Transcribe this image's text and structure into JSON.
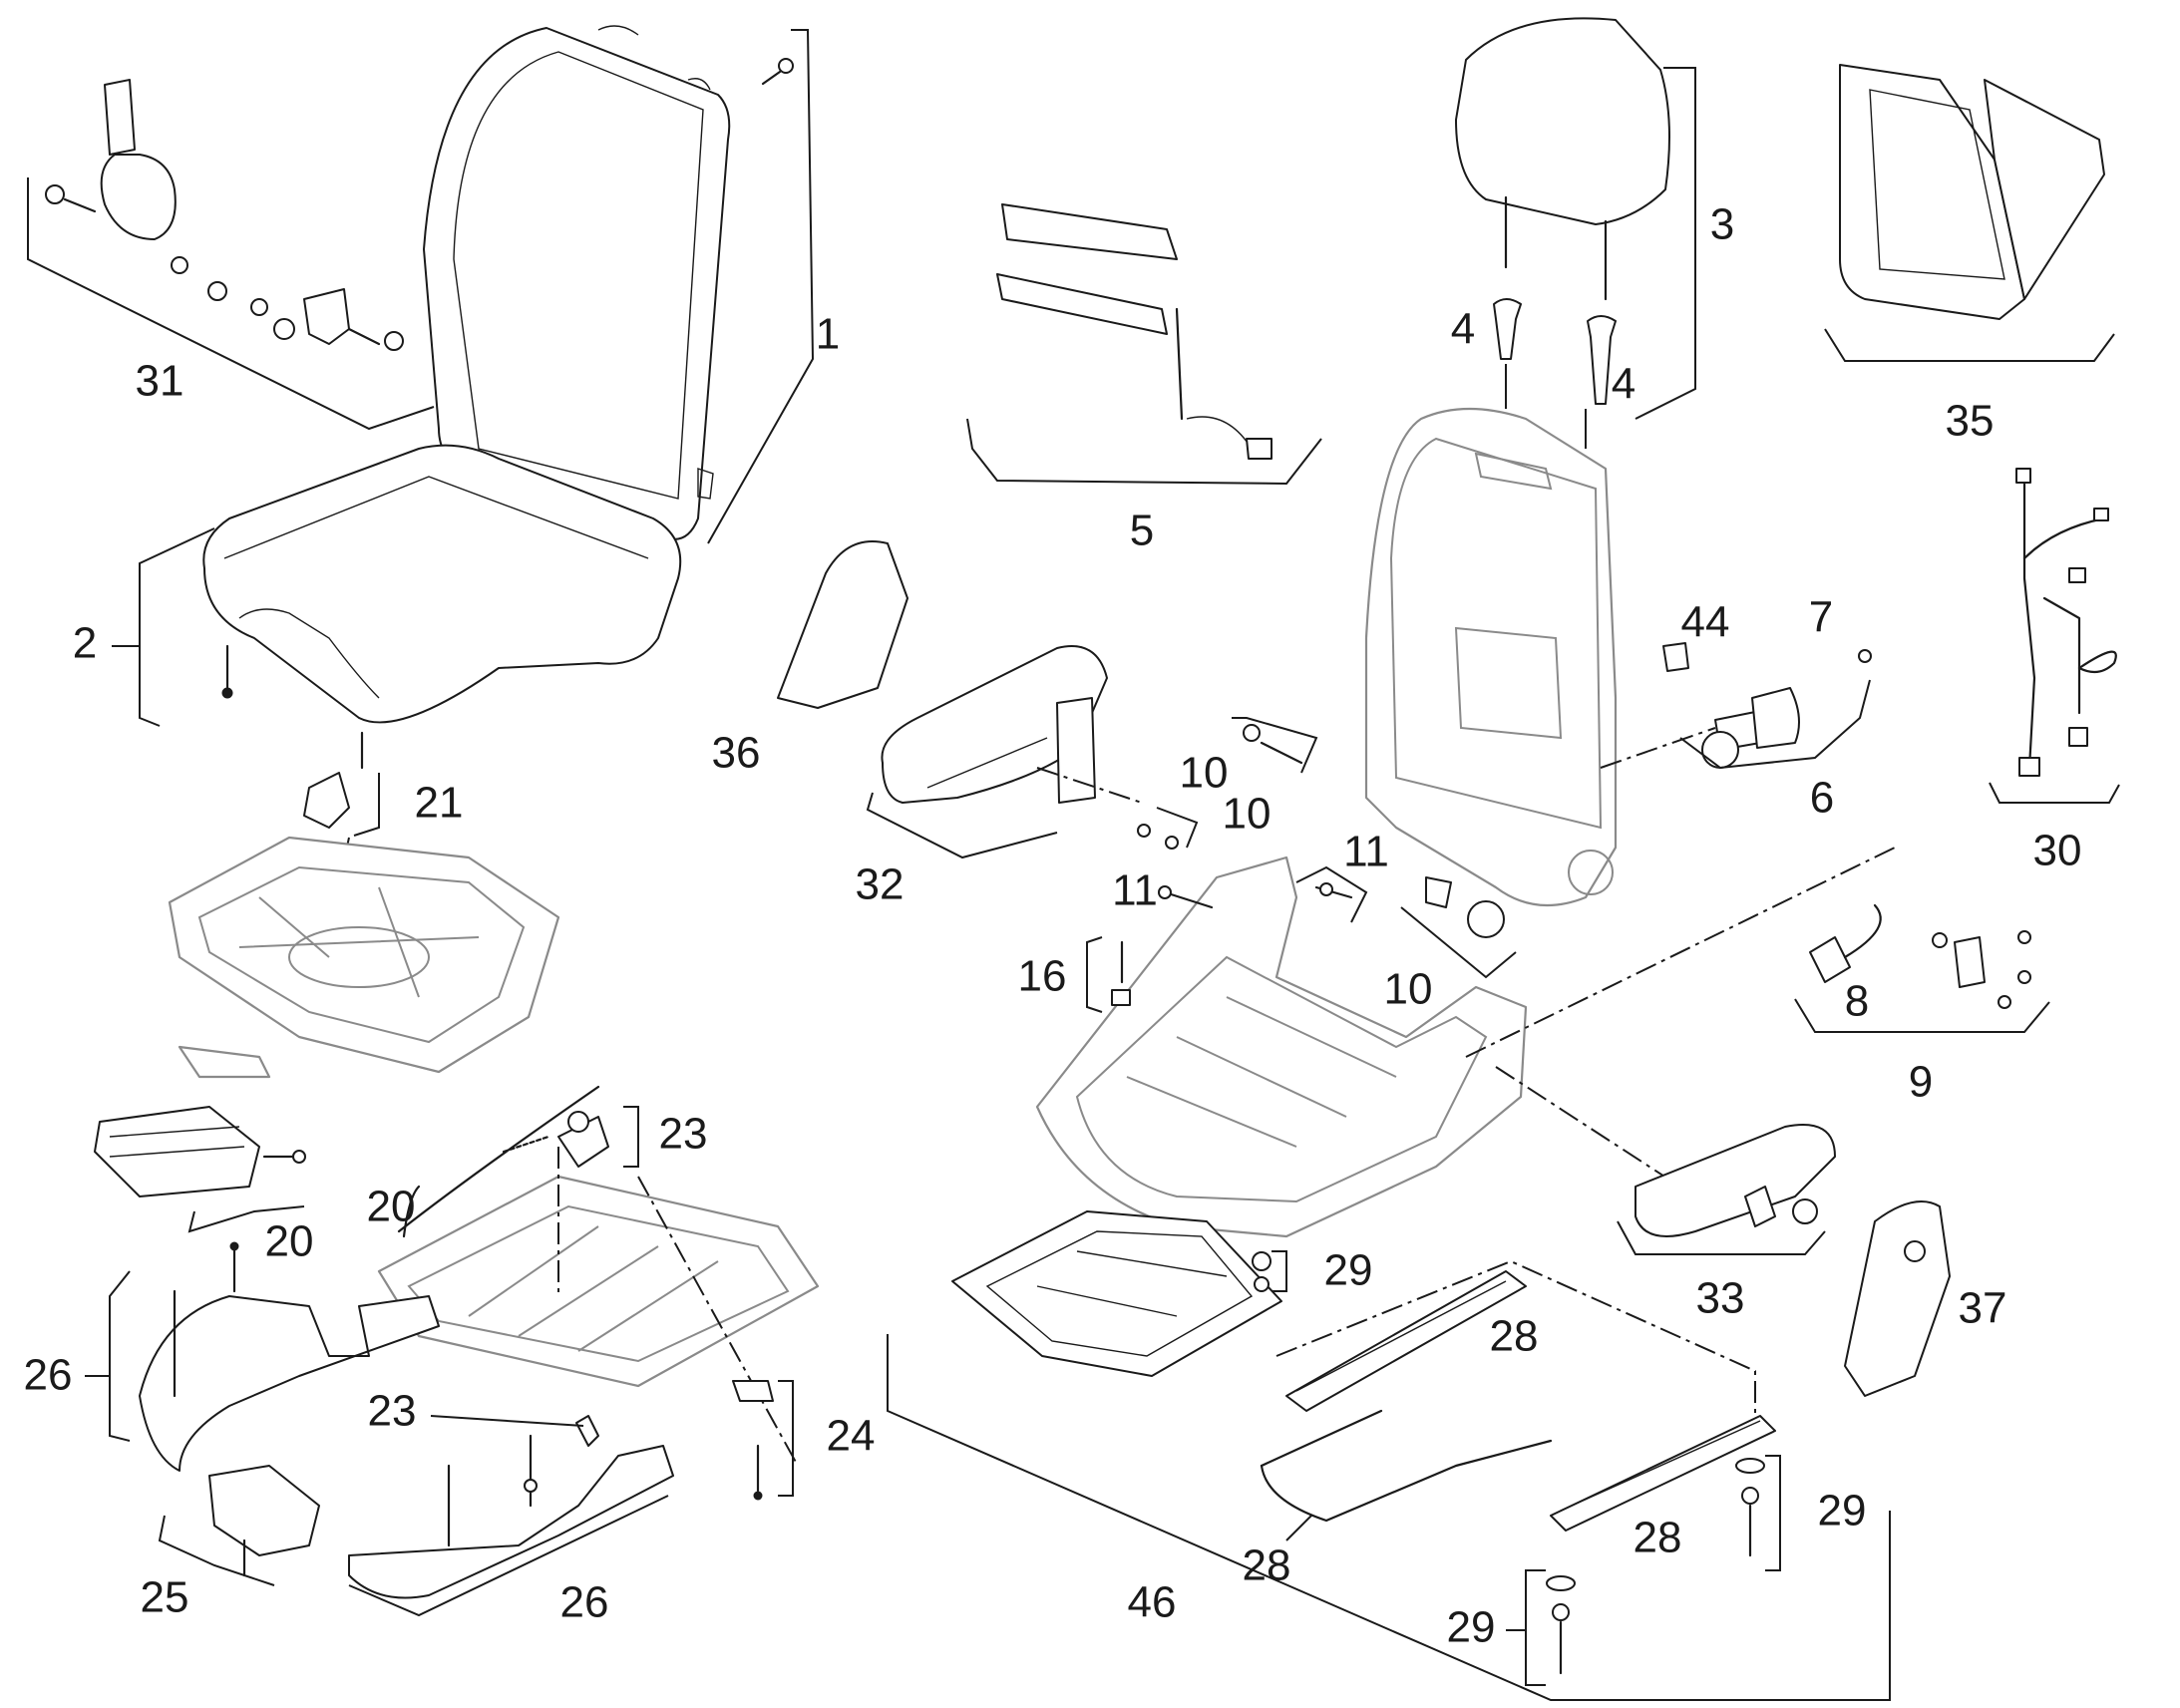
{
  "diagram": {
    "callouts": {
      "c1": "1",
      "c2": "2",
      "c3": "3",
      "c4a": "4",
      "c4b": "4",
      "c5": "5",
      "c6": "6",
      "c7": "7",
      "c8": "8",
      "c9": "9",
      "c10a": "10",
      "c10b": "10",
      "c10c": "10",
      "c11a": "11",
      "c11b": "11",
      "c16": "16",
      "c20a": "20",
      "c20b": "20",
      "c21": "21",
      "c23a": "23",
      "c23b": "23",
      "c24": "24",
      "c25": "25",
      "c26a": "26",
      "c26b": "26",
      "c28a": "28",
      "c28b": "28",
      "c28c": "28",
      "c29a": "29",
      "c29b": "29",
      "c29c": "29",
      "c30": "30",
      "c31": "31",
      "c32": "32",
      "c33": "33",
      "c35": "35",
      "c36": "36",
      "c37": "37",
      "c44": "44",
      "c46": "46"
    }
  }
}
